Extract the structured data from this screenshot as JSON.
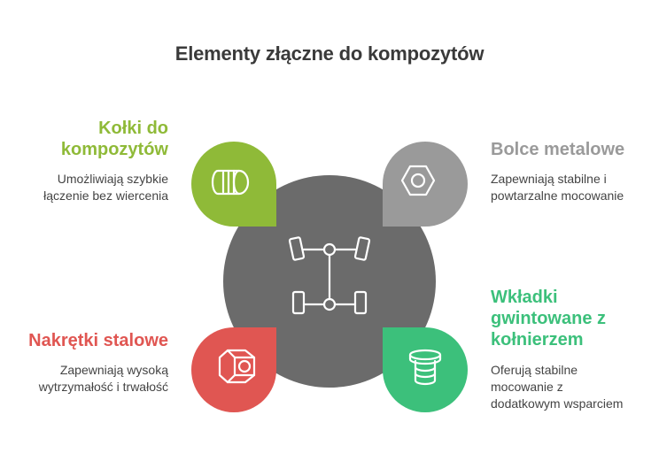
{
  "title": "Elementy złączne do kompozytów",
  "colors": {
    "center": "#6b6b6b",
    "center_icon": "#ffffff",
    "green": "#8fba38",
    "gray": "#9a9a9a",
    "red": "#e05652",
    "teal": "#3cc07b",
    "text": "#444444"
  },
  "items": [
    {
      "id": "kolki",
      "label": "Kołki do kompozytów",
      "label_lines": [
        "Kołki do",
        "kompozytów"
      ],
      "description_lines": [
        "Umożliwiają szybkie",
        "łączenie bez wiercenia"
      ],
      "color": "#8fba38",
      "icon": "dowel-icon"
    },
    {
      "id": "bolce",
      "label": "Bolce metalowe",
      "label_lines": [
        "Bolce metalowe"
      ],
      "description_lines": [
        "Zapewniają stabilne i",
        "powtarzalne mocowanie"
      ],
      "color": "#9a9a9a",
      "icon": "hex-nut-icon"
    },
    {
      "id": "nakretki",
      "label": "Nakrętki stalowe",
      "label_lines": [
        "Nakrętki stalowe"
      ],
      "description_lines": [
        "Zapewniają wysoką",
        "wytrzymałość i trwałość"
      ],
      "color": "#e05652",
      "icon": "nut-icon"
    },
    {
      "id": "wkladki",
      "label": "Wkładki gwintowane z kołnierzem",
      "label_lines": [
        "Wkładki",
        "gwintowane z",
        "kołnierzem"
      ],
      "description_lines": [
        "Oferują stabilne",
        "mocowanie z",
        "dodatkowym wsparciem"
      ],
      "color": "#3cc07b",
      "icon": "flanged-insert-icon"
    }
  ],
  "center_icon": "axle-chassis-icon"
}
